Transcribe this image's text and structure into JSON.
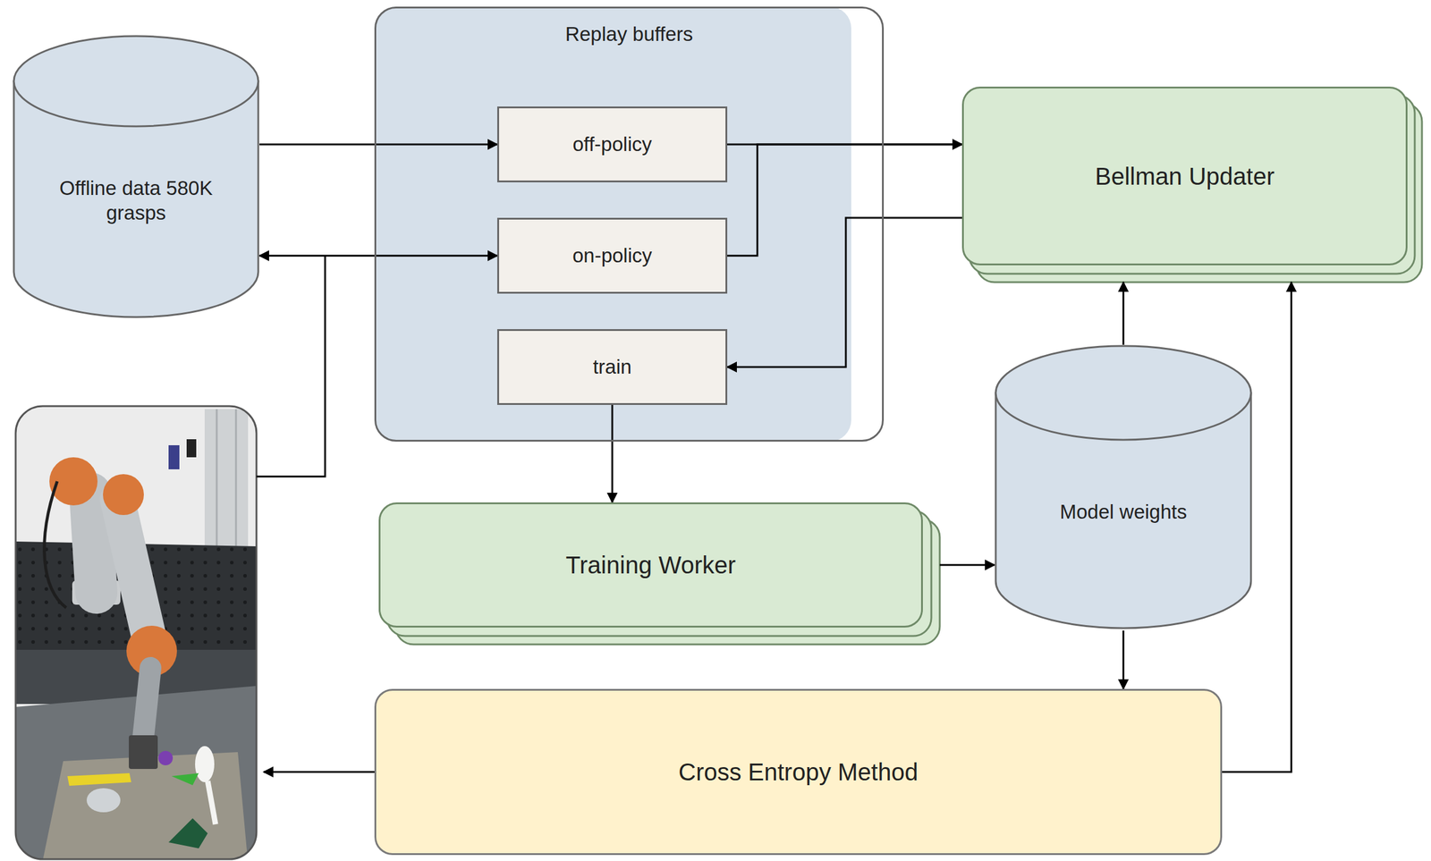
{
  "diagram": {
    "nodes": [
      {
        "text": [
          "Offline data 580K grasps"
        ]
      },
      {
        "text": [
          "Replay buffers"
        ]
      },
      {
        "text": [
          "off-policy"
        ],
        "in": 1
      },
      {
        "text": [
          "on-policy"
        ],
        "in": 1
      },
      {
        "text": [
          "train"
        ],
        "in": 1
      },
      {
        "text": [
          "Bellman Updater"
        ]
      },
      {
        "text": [
          "Training Worker"
        ]
      },
      {
        "text": [
          "Model weights"
        ]
      },
      {
        "text": [
          "Cross Entropy Method"
        ]
      }
    ],
    "edges": [
      {
        "from": 0,
        "to": 2,
        "arrow": "to"
      },
      {
        "from": 0,
        "to": 3,
        "arrow": "both"
      },
      {
        "from": 2,
        "to": 5,
        "arrow": "to"
      },
      {
        "from": 3,
        "to": 5,
        "arrow": "to"
      },
      {
        "from": 5,
        "to": 4,
        "arrow": "to"
      },
      {
        "from": 4,
        "to": 6,
        "arrow": "to"
      },
      {
        "from": 6,
        "to": 7,
        "arrow": "to"
      },
      {
        "from": 7,
        "to": 5,
        "arrow": "to"
      },
      {
        "from": 7,
        "to": 8,
        "arrow": "to"
      },
      {
        "from": 8,
        "to": 5,
        "arrow": "to"
      }
    ]
  }
}
